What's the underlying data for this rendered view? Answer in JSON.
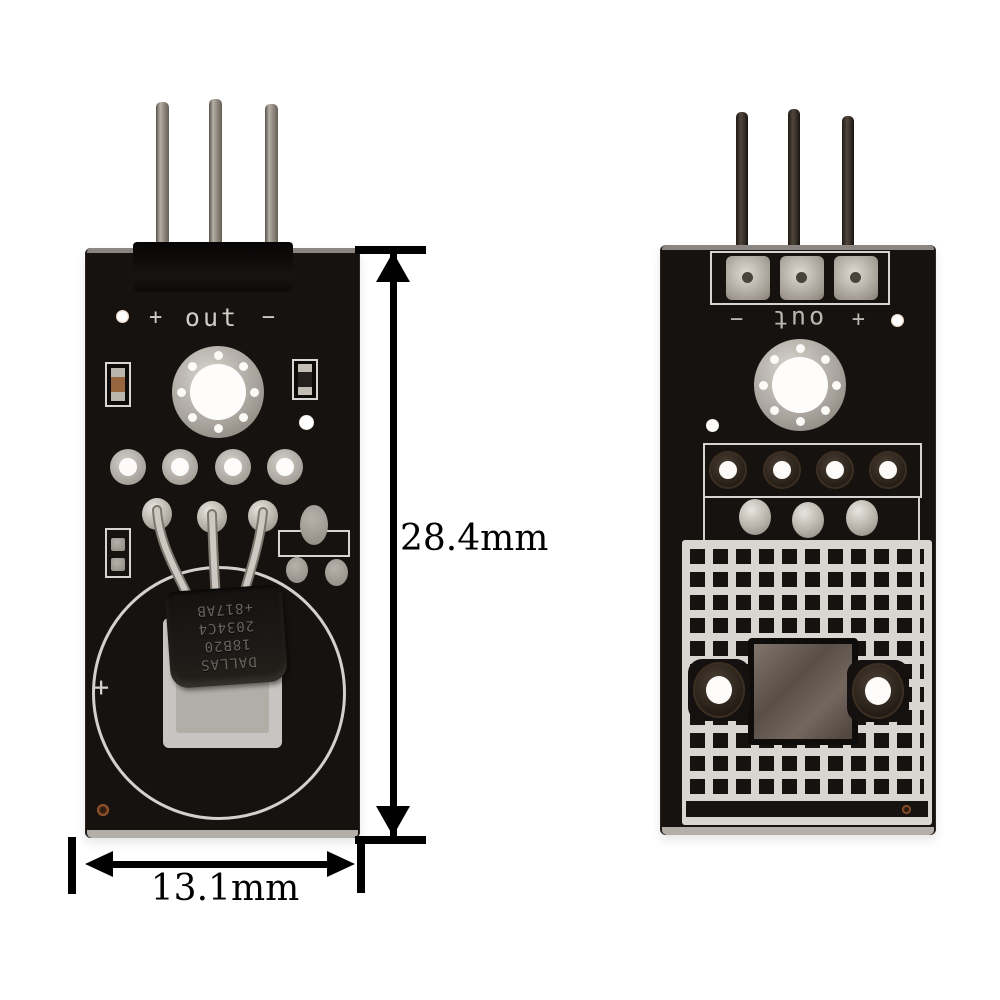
{
  "scene": {
    "description": "DS18B20 temperature sensor module photo, front and back views with dimension annotations"
  },
  "front_module": {
    "silkscreen": {
      "plus": "+",
      "label": "out",
      "minus": "−"
    },
    "battery_plus": "+",
    "chip": {
      "lines": [
        "DALLAS",
        "18B20",
        "2034C4",
        "+817AB"
      ]
    }
  },
  "back_module": {
    "silkscreen": {
      "minus": "−",
      "label": "out",
      "plus": "+"
    }
  },
  "dimensions": {
    "height_label": "28.4mm",
    "width_label": "13.1mm"
  },
  "colors": {
    "background": "#ffffff",
    "pcb": "#16120f",
    "silkscreen": "#d6d4d0",
    "solder": "#c4c0b8",
    "pin_front": "#968f85",
    "pin_back": "#372f27",
    "copper": "#a05a2c",
    "metal_pad": "#6f635a",
    "annotation": "#000000"
  }
}
